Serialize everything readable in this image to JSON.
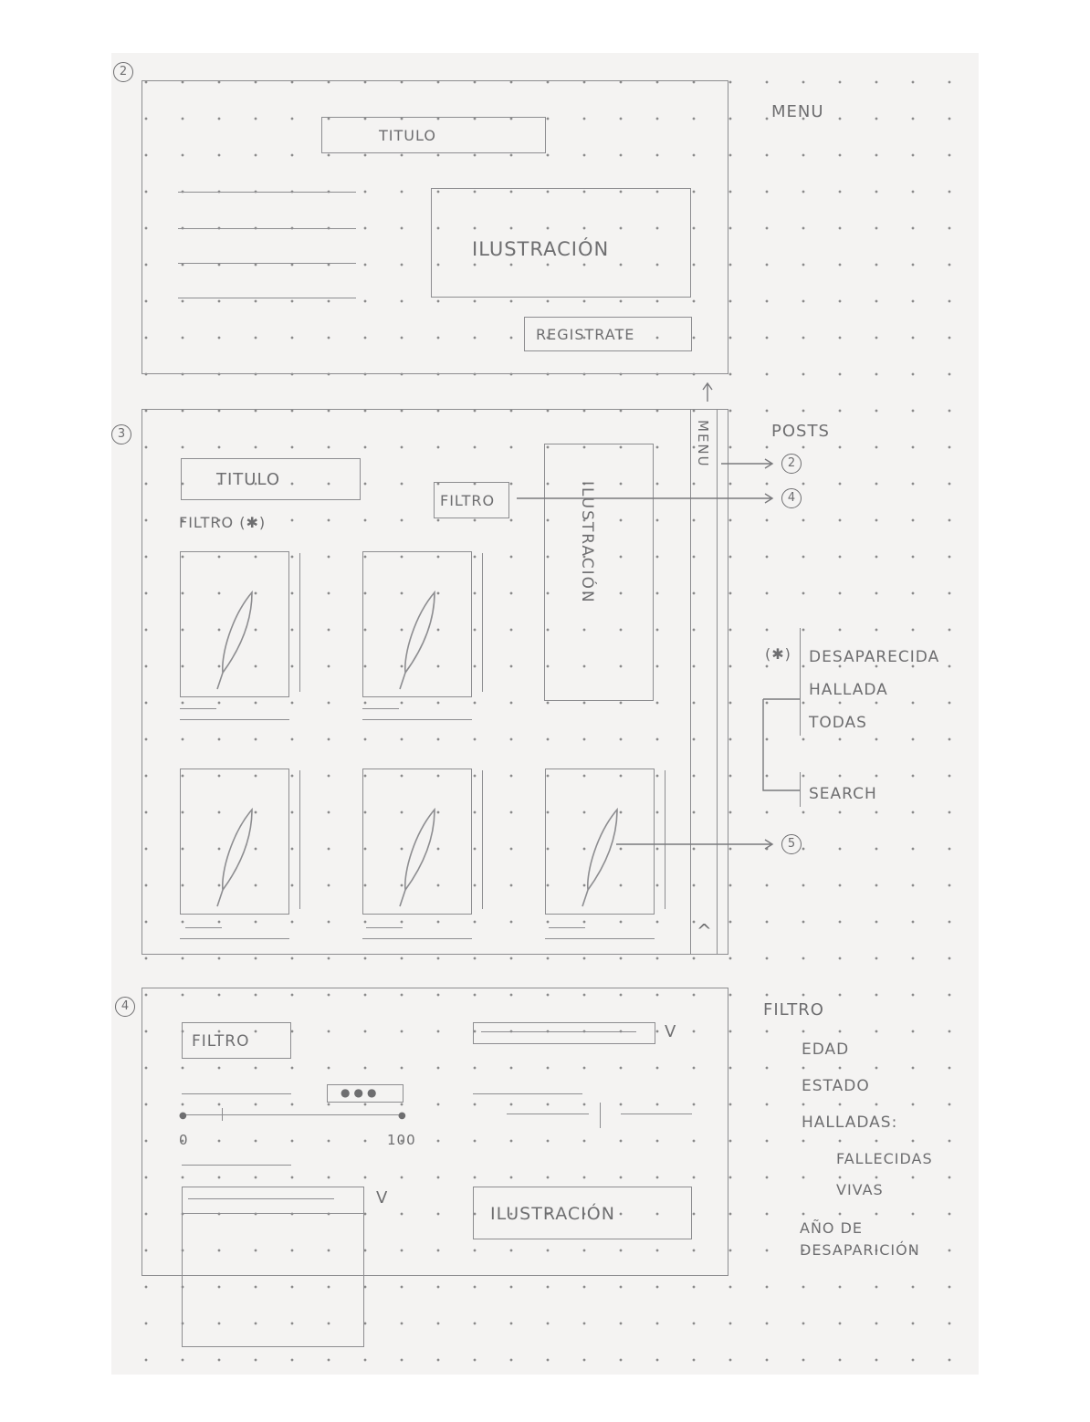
{
  "wireframe_1": {
    "step_number": "2",
    "title_label": "TITULO",
    "illustration_label": "ILUSTRACIÓN",
    "register_label": "REGISTRATE",
    "side_note": "MENU"
  },
  "wireframe_2": {
    "step_number": "3",
    "title_label": "TITULO",
    "filter_caption": "FILTRO (✱)",
    "filter_button": "FILTRO",
    "illustration_label": "ILUSTRACIÓN",
    "menu_label": "MENU",
    "scroll_top_label": "^",
    "side_notes": {
      "posts": "POSTS",
      "posts_link_1": "2",
      "posts_link_2": "4",
      "asterisk": "(✱)",
      "filter_options": [
        "DESAPARECIDA",
        "HALLADA",
        "TODAS"
      ],
      "search": "SEARCH",
      "card_link": "5"
    }
  },
  "wireframe_3": {
    "step_number": "4",
    "filter_label": "FILTRO",
    "slider_min": "0",
    "slider_max": "100",
    "dropdown_chevron": "V",
    "illustration_label": "ILUSTRACIÓN",
    "side_notes": {
      "heading": "FILTRO",
      "items": [
        "EDAD",
        "ESTADO",
        "HALLADAS:"
      ],
      "sub_items": [
        "FALLECIDAS",
        "VIVAS"
      ],
      "last_item_line_1": "AÑO DE",
      "last_item_line_2": "DESAPARICIÓN"
    }
  }
}
